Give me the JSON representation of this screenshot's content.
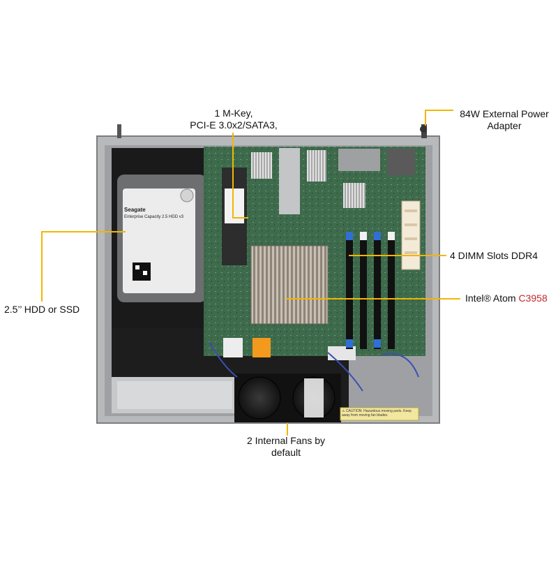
{
  "callouts": {
    "mkey": {
      "line1": "1 M-Key,",
      "line2": "PCI-E 3.0x2/SATA3,"
    },
    "power": {
      "line1": "84W External Power",
      "line2": "Adapter"
    },
    "dimm": {
      "text": "4 DIMM Slots DDR4"
    },
    "cpu": {
      "prefix": "Intel® Atom ",
      "model": "C3958"
    },
    "hdd": {
      "text": "2.5’’ HDD or SSD"
    },
    "fans": {
      "line1": "2 Internal Fans by",
      "line2": "default"
    }
  },
  "hdd_label": {
    "brand": "Seagate",
    "model": "Enterprise Capacity 2.5 HDD v3"
  },
  "fan_sticker": "⚠ CAUTION: Hazardous moving parts. Keep away from moving fan blades.",
  "colors": {
    "callout_line": "#f2b600",
    "accent_red": "#c0282b",
    "board_green": "#3d6b4c",
    "chassis_gray": "#b8b9bb",
    "tray_black": "#1a1a1a"
  }
}
